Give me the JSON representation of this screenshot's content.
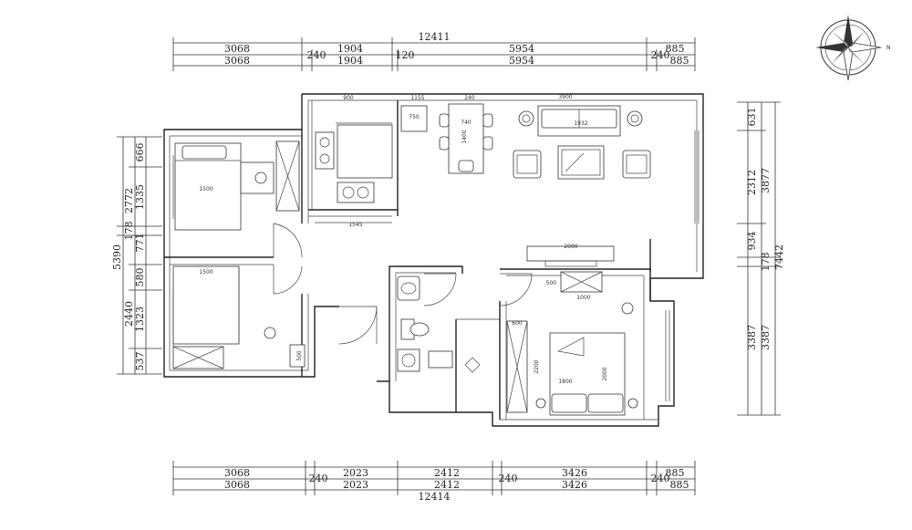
{
  "dims_top": {
    "total": "12411",
    "row1": [
      "3068",
      "1904",
      "5954",
      "885"
    ],
    "row2": [
      "3068",
      "240",
      "1904",
      "120",
      "5954",
      "240",
      "885"
    ]
  },
  "dims_bottom": {
    "total": "12414",
    "row1": [
      "3068",
      "2023",
      "2412",
      "3426",
      "885"
    ],
    "row2": [
      "3068",
      "240",
      "2023",
      "2412",
      "240",
      "3426",
      "240",
      "885"
    ]
  },
  "dims_left": {
    "total": "5390",
    "outer": [
      "2772",
      "178",
      "2440"
    ],
    "inner": [
      "666",
      "1335",
      "771",
      "580",
      "1323",
      "537"
    ]
  },
  "dims_right": {
    "total": "7442",
    "outer": [
      "3877",
      "178",
      "3387"
    ],
    "inner": [
      "631",
      "2312",
      "934",
      "3387"
    ]
  },
  "inner_dims": {
    "kitchen_900": "900",
    "kitchen_1155": "1155",
    "dining_240": "240",
    "sofa_3900": "3900",
    "fridge_750": "750",
    "table_740": "740",
    "table_1400": "1400",
    "sofa_1932": "1932",
    "counter_1545": "1545",
    "bed1_1500": "1500",
    "bed2_1500": "1500",
    "tv_2000": "2000",
    "master_500": "500",
    "master_1000": "1000",
    "master_600": "600",
    "master_2200": "2200",
    "bed3_1800": "1800",
    "bed3_2000": "2000",
    "desk_500": "500"
  },
  "compass_label": "N"
}
